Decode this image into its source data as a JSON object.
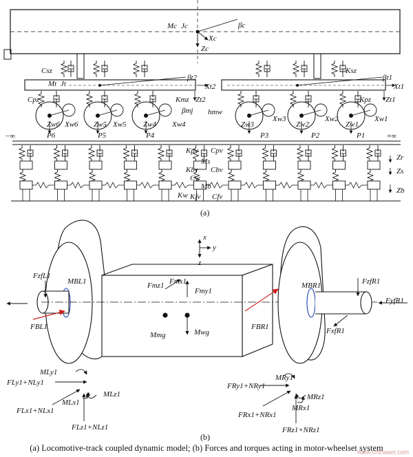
{
  "panel_a": {
    "label": "(a)",
    "car": {
      "Mc": "Mc",
      "Jc": "Jc",
      "Xc": "Xc",
      "Zc": "Zc",
      "beta_c": "βc"
    },
    "secondary": {
      "Csz": "Csz",
      "Ksz": "Ksz"
    },
    "bogies": {
      "Mt": "Mt",
      "Jt": "Jt",
      "beta_t2": "βt2",
      "beta_t1": "βt1",
      "Xt2": "Xt2",
      "Zt2": "Zt2",
      "Xt1": "Xt1",
      "Zt1": "Zt1",
      "Cpz": "Cpz",
      "Kpz": "Kpz",
      "Kmz": "Kmz",
      "beta_mj": "βmj",
      "h_mw": "hmw"
    },
    "wheelsets": [
      {
        "Z": "Zw6",
        "X": "Xw6",
        "P": "P6"
      },
      {
        "Z": "Zw5",
        "X": "Xw5",
        "P": "P5"
      },
      {
        "Z": "Zw4",
        "X": "Xw4",
        "P": "P4"
      },
      {
        "Z": "Zw3",
        "X": "Xw3",
        "P": "P3"
      },
      {
        "Z": "Zw2",
        "X": "Xw2",
        "P": "P2"
      },
      {
        "Z": "Zw1",
        "X": "Xw1",
        "P": "P1"
      }
    ],
    "track": {
      "minus_inf": "−∞",
      "plus_inf": "+∞",
      "Kpv": "Kpv",
      "Cpv": "Cpv",
      "Ms": "Ms",
      "Kbv": "Kbv",
      "Cbv": "Cbv",
      "Cw": "Cw",
      "Mb": "Mb",
      "Kw": "Kw",
      "Kfv": "Kfv",
      "Cfv": "Cfv",
      "Zr": "Zr",
      "Zs": "Zs",
      "Zb": "Zb"
    }
  },
  "panel_b": {
    "label": "(b)",
    "axes": {
      "x": "x",
      "y": "y",
      "z": "z"
    },
    "forces": {
      "FzfL1": "FzfL1",
      "MBL1": "MBL1",
      "FBL1": "FBL1",
      "Fmz1": "Fmz1",
      "Fmx1": "Fmx1",
      "Fmy1": "Fmy1",
      "Mmg": "Mmg",
      "Mwg": "Mwg",
      "FBR1": "FBR1",
      "MBR1": "MBR1",
      "FzfR1": "FzfR1",
      "FyfR1": "FyfR1",
      "FxfR1": "FxfR1",
      "MLy1": "MLy1",
      "FLy1_NLy1": "FLy1+NLy1",
      "MLx1": "MLx1",
      "FLx1_NLx1": "FLx1+NLx1",
      "MLz1": "MLz1",
      "FLz1_NLz1": "FLz1+NLz1",
      "MRy1": "MRy1",
      "FRy1_NRy1": "FRy1+NRy1",
      "MRx1": "MRx1",
      "FRx1_NRx1": "FRx1+NRx1",
      "MRz1": "MRz1",
      "FRz1_NRz1": "FRz1+NRz1"
    }
  },
  "caption": "(a) Locomotive-track coupled dynamic model; (b) Forces and torques acting in motor-wheelset system",
  "watermark": "www.chinaaet.com"
}
